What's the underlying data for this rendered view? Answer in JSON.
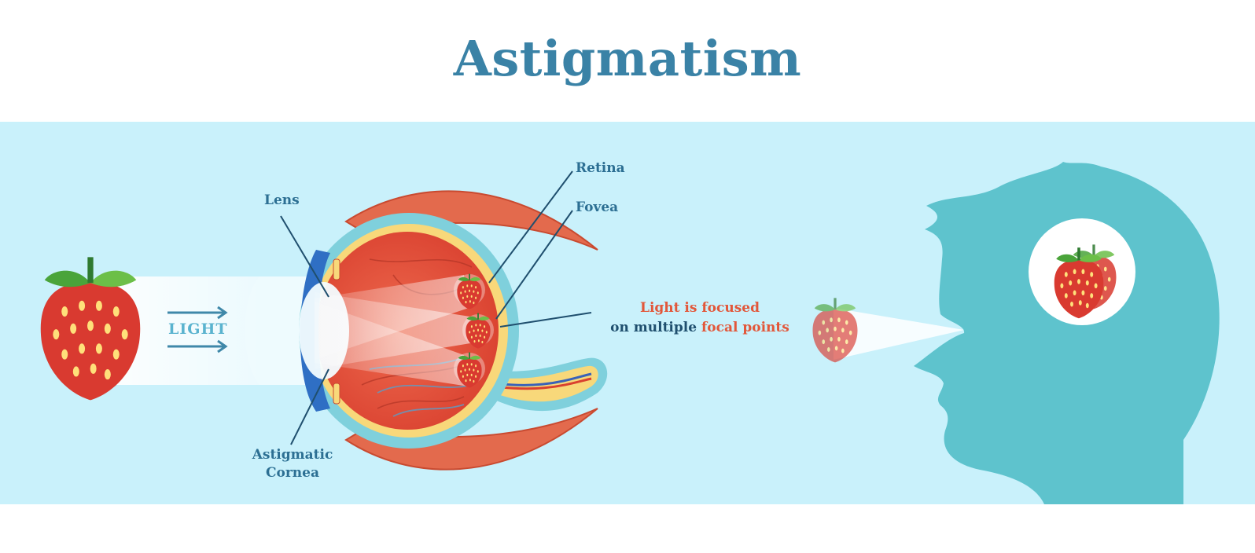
{
  "title": "Astigmatism",
  "labels": {
    "lens": "Lens",
    "retina": "Retina",
    "fovea": "Fovea",
    "cornea_line1": "Astigmatic",
    "cornea_line2": "Cornea",
    "light": "LIGHT"
  },
  "focus_note": {
    "line1": "Light is focused",
    "line2_part1": "on multiple ",
    "line2_part2": "focal points"
  },
  "colors": {
    "title": "#3a82a6",
    "band_background": "#c9f1fb",
    "label": "#2c6f93",
    "highlight": "#e2573a",
    "head_silhouette": "#5ec3cd",
    "eye_interior": "#e24b39",
    "muscle": "#e36a4d",
    "strawberry": "#d93a30"
  },
  "icons": [
    "strawberry-icon",
    "arrow-right-icon",
    "eye-cross-section",
    "head-silhouette-icon"
  ]
}
